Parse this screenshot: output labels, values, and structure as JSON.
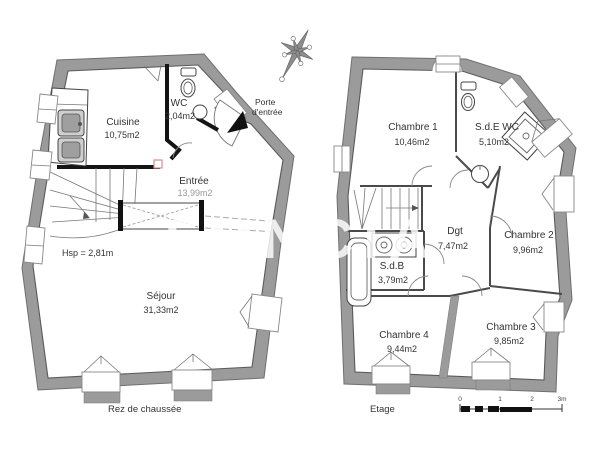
{
  "watermark": {
    "text": "FONCIA"
  },
  "ground_floor": {
    "label": "Rez de chaussée",
    "ceiling_height": "Hsp = 2,81m",
    "entrance": {
      "line1": "Porte",
      "line2": "d'entrée"
    },
    "rooms": [
      {
        "name": "Cuisine",
        "area": "10,75m2"
      },
      {
        "name": "WC",
        "area": "2,04m2"
      },
      {
        "name": "Entrée",
        "area": "13,99m2"
      },
      {
        "name": "Séjour",
        "area": "31,33m2"
      }
    ]
  },
  "upper_floor": {
    "label": "Etage",
    "rooms": [
      {
        "name": "Chambre 1",
        "area": "10,46m2"
      },
      {
        "name": "S.d.E WC",
        "area": "5,10m2"
      },
      {
        "name": "Dgt",
        "area": "7,47m2"
      },
      {
        "name": "Chambre 2",
        "area": "9,96m2"
      },
      {
        "name": "S.d.B",
        "area": "3,79m2"
      },
      {
        "name": "Chambre 4",
        "area": "9,44m2"
      },
      {
        "name": "Chambre 3",
        "area": "9,85m2"
      }
    ]
  },
  "scale_bar": {
    "ticks": [
      "0",
      "1",
      "2",
      "3m"
    ]
  },
  "colors": {
    "wall": "#9b9b9b",
    "line": "#4a4a4a",
    "text": "#333333",
    "marker": "#d98c8c"
  }
}
